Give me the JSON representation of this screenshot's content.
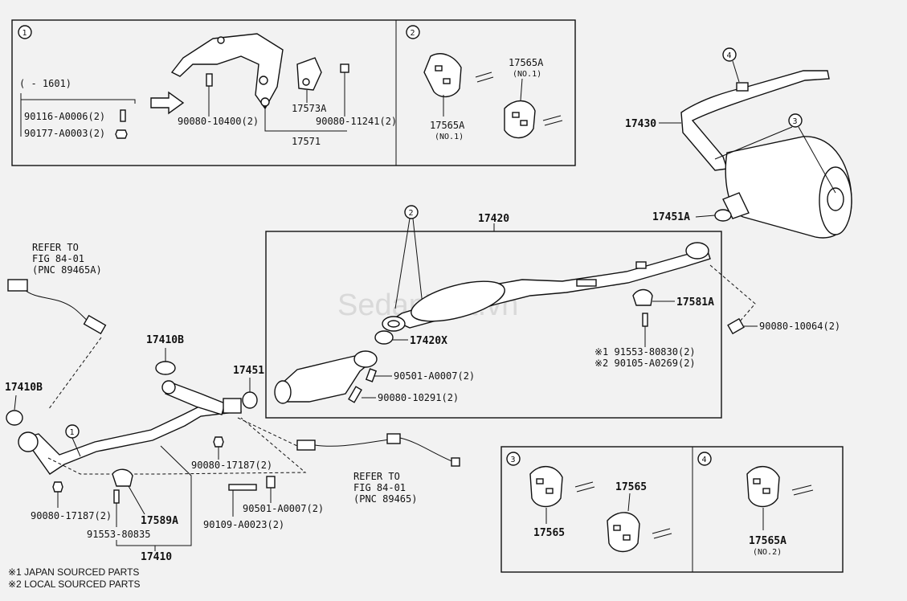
{
  "watermark": "SedanViet.vn",
  "callouts": {
    "c1": "1",
    "c2": "2",
    "c3": "3",
    "c4": "4"
  },
  "panel1": {
    "range": "(     - 1601)",
    "p90116": "90116-A0006(2)",
    "p90177": "90177-A0003(2)",
    "p90080_10400": "90080-10400(2)",
    "p17573A": "17573A",
    "p90080_11241": "90080-11241(2)",
    "p17571": "17571"
  },
  "panel2": {
    "p17565A_a": "17565A",
    "no1_a": "(NO.1)",
    "p17565A_b": "17565A",
    "no1_b": "(NO.1)"
  },
  "panel3": {
    "p17565_a": "17565",
    "p17565_b": "17565"
  },
  "panel4": {
    "p17565A": "17565A",
    "no2": "(NO.2)"
  },
  "main": {
    "p17430": "17430",
    "p17451A": "17451A",
    "p17420": "17420",
    "p17581A": "17581A",
    "p90080_10064": "90080-10064(2)",
    "p17420X": "17420X",
    "s1_91553": "※1 91553-80830(2)",
    "s2_90105": "※2 90105-A0269(2)",
    "p90501_a": "90501-A0007(2)",
    "p90080_10291": "90080-10291(2)",
    "refer1_a": "REFER TO",
    "refer1_b": "FIG 84-01",
    "refer1_c": "(PNC 89465A)",
    "p17410B_a": "17410B",
    "p17410B_b": "17410B",
    "p17451": "17451",
    "p90080_17187_a": "90080-17187(2)",
    "p90080_17187_b": "90080-17187(2)",
    "p90501_b": "90501-A0007(2)",
    "p90109": "90109-A0023(2)",
    "refer2_a": "REFER TO",
    "refer2_b": "FIG 84-01",
    "refer2_c": "(PNC 89465)",
    "p17589A": "17589A",
    "p91553_80835": "91553-80835",
    "p17410": "17410"
  },
  "notes": {
    "n1": "※1 JAPAN SOURCED PARTS",
    "n2": "※2 LOCAL SOURCED PARTS"
  }
}
